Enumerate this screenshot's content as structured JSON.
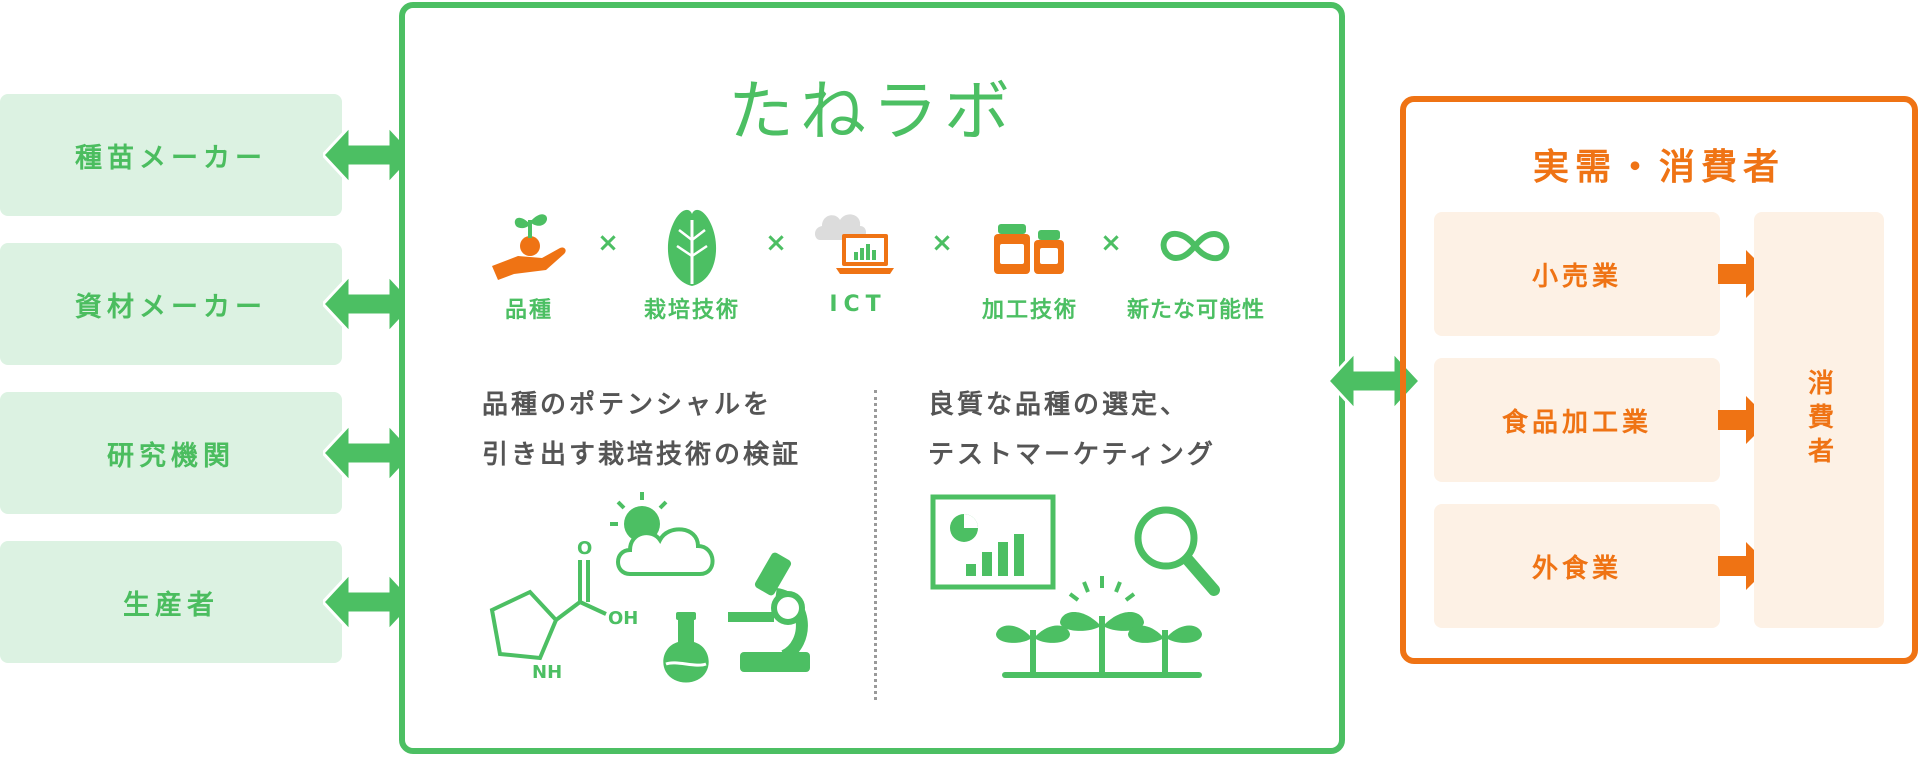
{
  "left_stakeholders": [
    {
      "label": "種苗メーカー"
    },
    {
      "label": "資材メーカー"
    },
    {
      "label": "研究機関"
    },
    {
      "label": "生産者"
    }
  ],
  "lab": {
    "title": "たねラボ",
    "elements": [
      {
        "label": "品種",
        "icon": "seedling-hand-icon"
      },
      {
        "label": "栽培技術",
        "icon": "lettuce-icon"
      },
      {
        "label": "ICT",
        "icon": "cloud-laptop-icon"
      },
      {
        "label": "加工技術",
        "icon": "jars-icon"
      },
      {
        "label": "新たな可能性",
        "icon": "infinity-icon"
      }
    ],
    "operator": "×",
    "left_text": {
      "line1": "品種のポテンシャルを",
      "line2": "引き出す栽培技術の検証"
    },
    "right_text": {
      "line1": "良質な品種の選定、",
      "line2": "テストマーケティング"
    },
    "molecule_labels": {
      "oh": "OH",
      "nh": "NH",
      "o": "O"
    }
  },
  "consumers": {
    "title": "実需・消費者",
    "industries": [
      {
        "label": "小売業"
      },
      {
        "label": "食品加工業"
      },
      {
        "label": "外食業"
      }
    ],
    "consumer_label": "消費者"
  },
  "colors": {
    "green": "#4cbf63",
    "light_green": "#dcf2e2",
    "orange": "#ef7314",
    "light_orange": "#fdf1e5"
  }
}
